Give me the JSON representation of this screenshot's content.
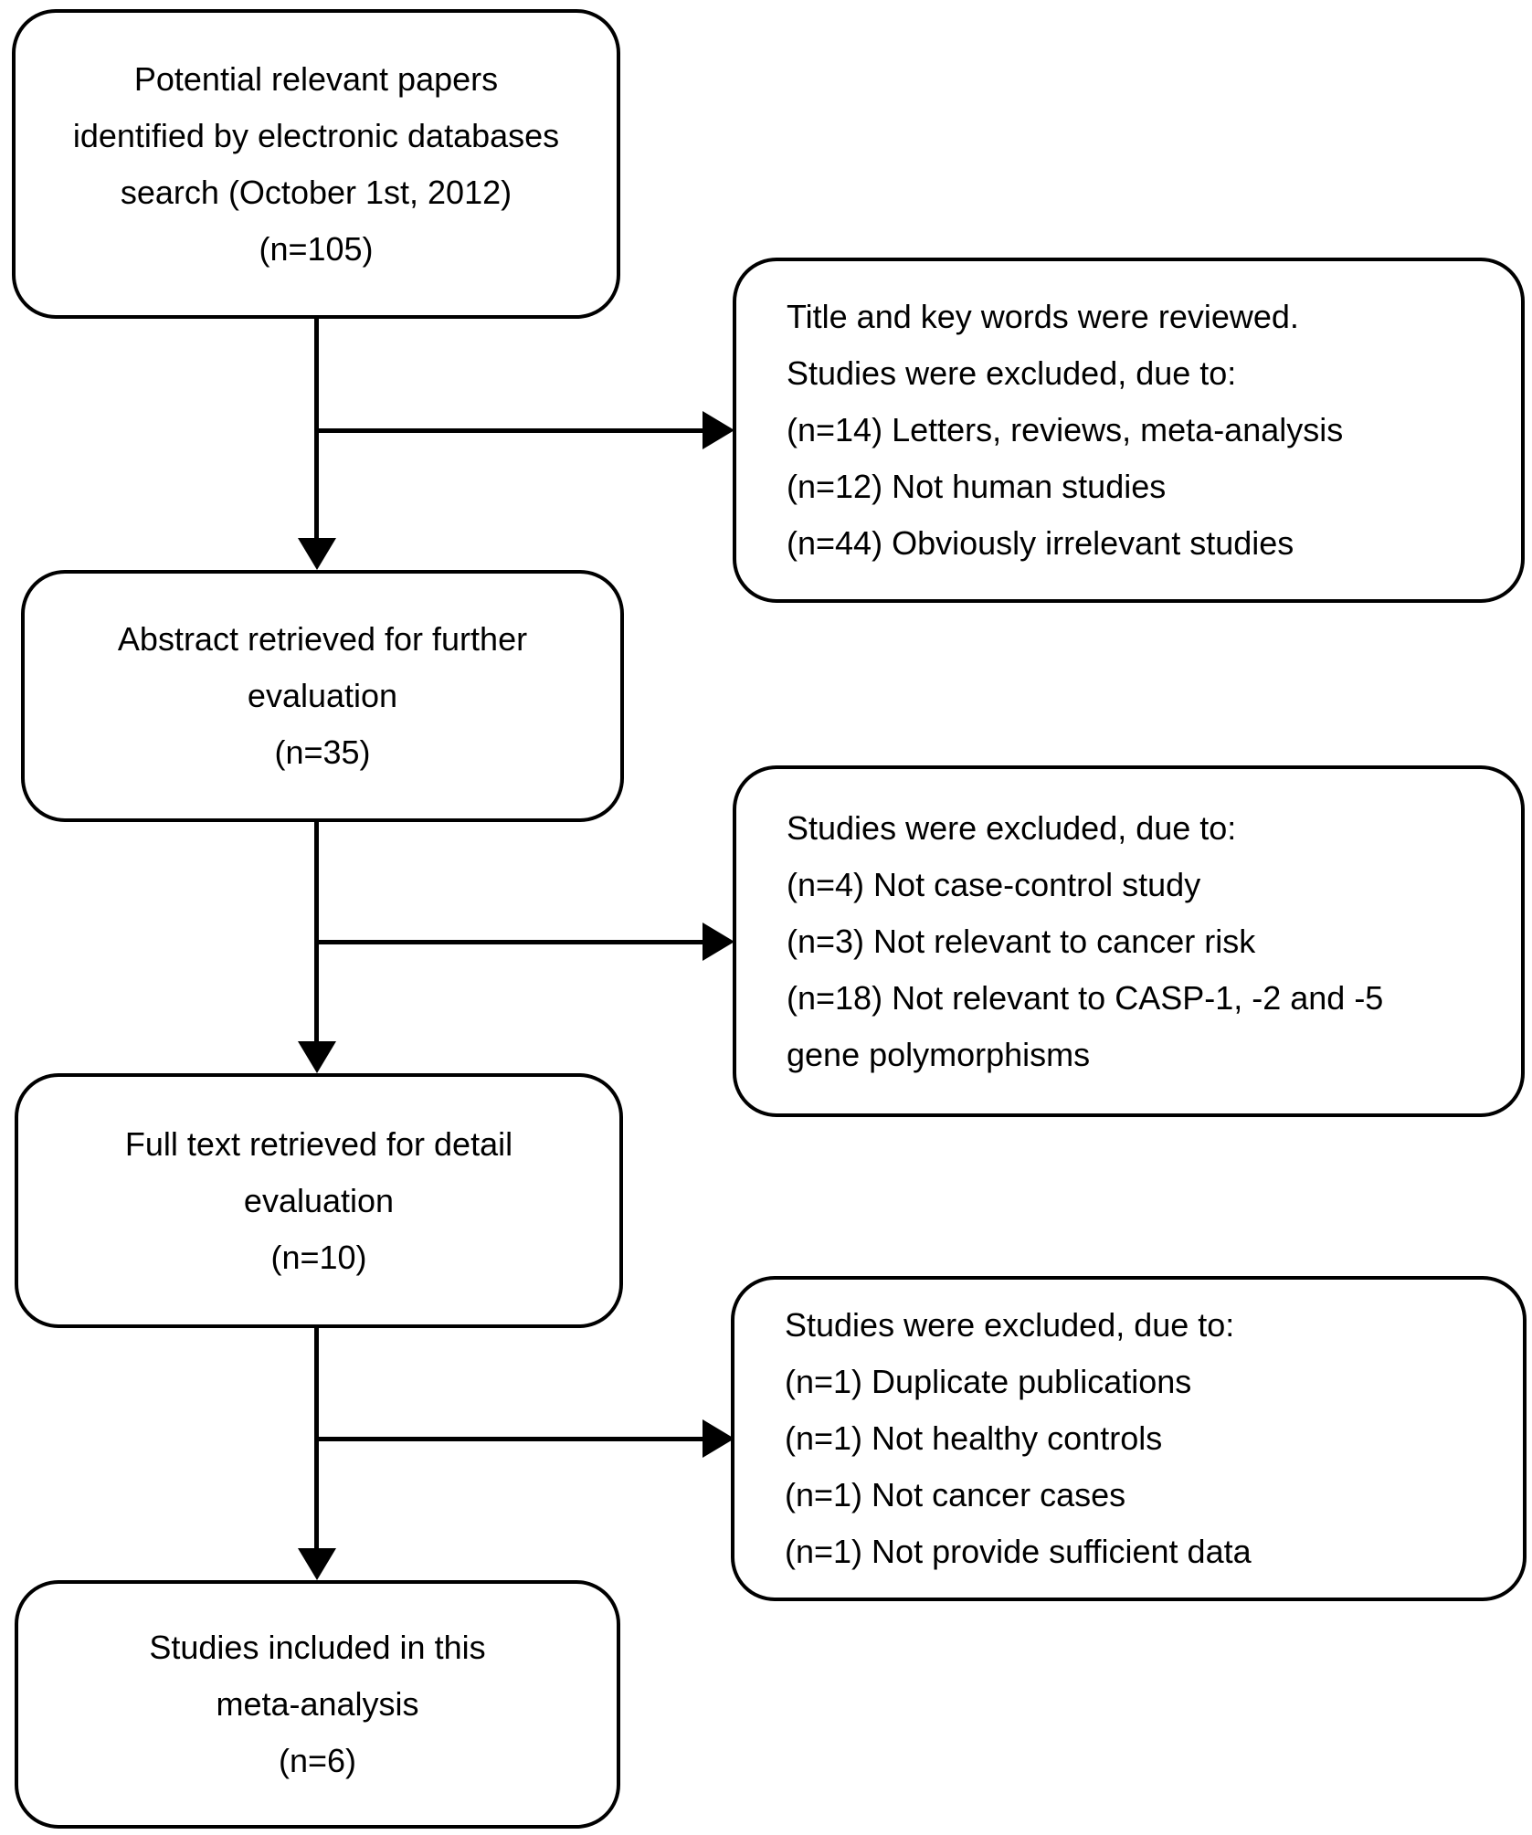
{
  "flowchart": {
    "colors": {
      "background": "#ffffff",
      "box_border": "#000000",
      "text": "#000000",
      "connector": "#000000"
    },
    "main_boxes": {
      "identified": {
        "lines": [
          "Potential relevant papers",
          "identified by electronic databases",
          "search (October 1st, 2012)",
          "(n=105)"
        ]
      },
      "abstract": {
        "lines": [
          "Abstract retrieved for further",
          "evaluation",
          "(n=35)"
        ]
      },
      "fulltext": {
        "lines": [
          "Full text retrieved for detail",
          "evaluation",
          "(n=10)"
        ]
      },
      "included": {
        "lines": [
          "Studies included in this",
          "meta-analysis",
          "(n=6)"
        ]
      }
    },
    "exclusion_boxes": {
      "excl1": {
        "lines": [
          "Title and key words were reviewed.",
          "Studies were excluded, due to:",
          "(n=14) Letters, reviews, meta-analysis",
          "(n=12) Not human studies",
          "(n=44) Obviously irrelevant studies"
        ]
      },
      "excl2": {
        "lines": [
          "Studies were excluded, due to:",
          "(n=4) Not case-control study",
          "(n=3) Not relevant to cancer risk",
          "(n=18) Not relevant to CASP-1, -2 and -5",
          "gene polymorphisms"
        ]
      },
      "excl3": {
        "lines": [
          "Studies were excluded, due to:",
          "(n=1) Duplicate publications",
          "(n=1) Not healthy controls",
          "(n=1) Not cancer cases",
          "(n=1) Not provide sufficient data"
        ]
      }
    }
  }
}
